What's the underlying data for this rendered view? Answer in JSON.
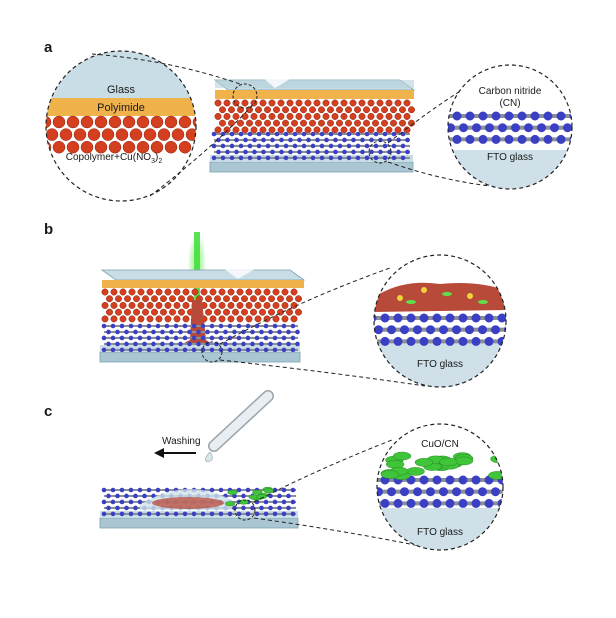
{
  "panels": {
    "a": {
      "letter": "a",
      "glass_label": "Glass",
      "polyimide_label": "Polyimide",
      "copolymer_label_main": "Copolymer+Cu(NO",
      "copolymer_label_sub": "3",
      "copolymer_label_end": ")",
      "copolymer_label_sub2": "2",
      "cn_label_line1": "Carbon nitride",
      "cn_label_line2": "(CN)",
      "fto_label": "FTO glass"
    },
    "b": {
      "letter": "b",
      "fto_label": "FTO glass"
    },
    "c": {
      "letter": "c",
      "washing_label": "Washing",
      "cuo_label": "CuO/CN",
      "fto_label": "FTO glass"
    }
  },
  "colors": {
    "glass_top": "#c9dde6",
    "glass_side": "#8fb0bd",
    "polyimide": "#f0b24a",
    "copolymer": "#d4401f",
    "cn_blue": "#3a3fc4",
    "cn_gray": "#8a8f9a",
    "laser": "#3fdc3a",
    "droplet": "#b84a3a",
    "cuo_green": "#3fc43a",
    "circle_bg": "#cfe0e8"
  }
}
